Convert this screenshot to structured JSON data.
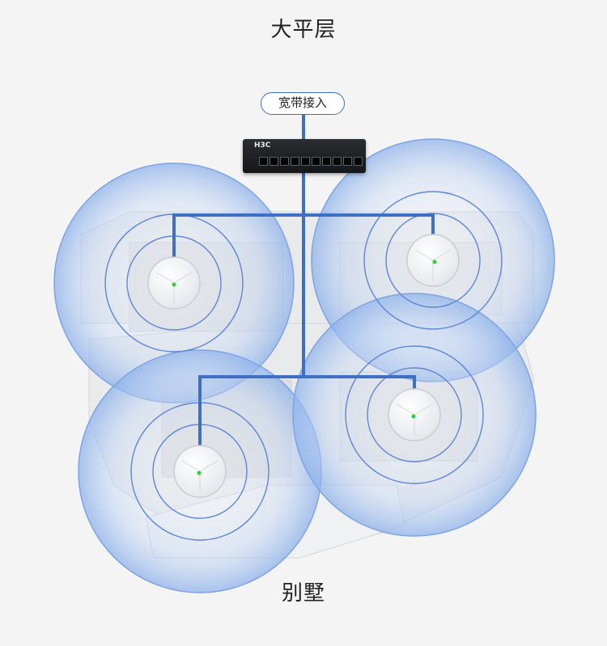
{
  "top_title": "大平层",
  "bottom_title": "别墅",
  "broadband_label": "宽带接入",
  "switch_brand": "H3C",
  "colors": {
    "cable": "#3f6fc2",
    "coverage": "#8eb2ea",
    "ap_led": "#2fd12f"
  }
}
